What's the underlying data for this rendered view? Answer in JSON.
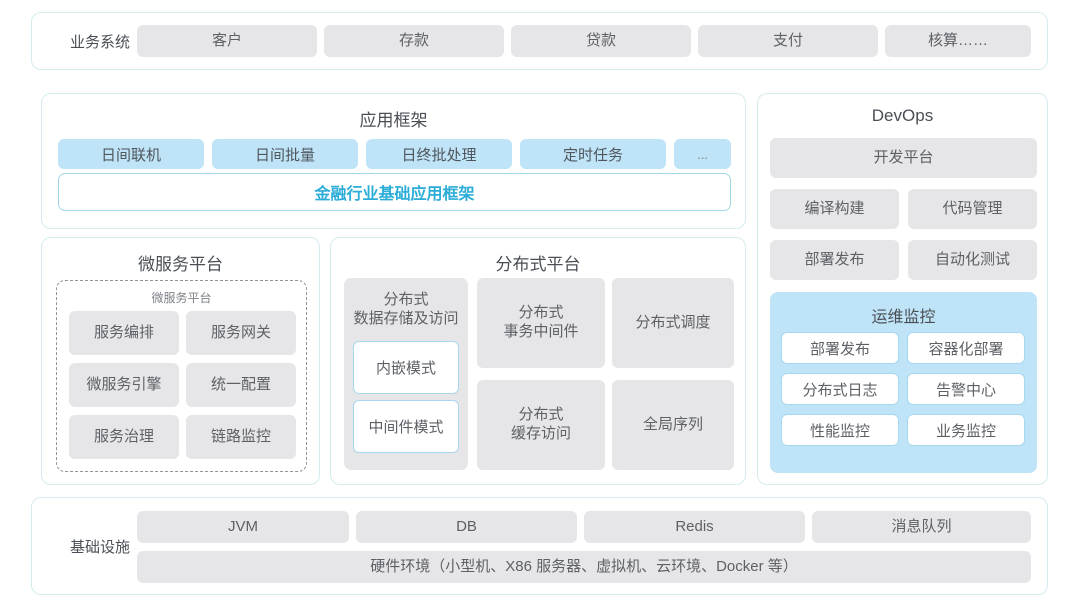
{
  "business": {
    "label": "业务系统",
    "items": [
      "客户",
      "存款",
      "贷款",
      "支付",
      "核算……"
    ]
  },
  "app_framework": {
    "title": "应用框架",
    "chips": [
      "日间联机",
      "日间批量",
      "日终批处理",
      "定时任务",
      "..."
    ],
    "banner": "金融行业基础应用框架",
    "accent": "#2badd8"
  },
  "microservice": {
    "title": "微服务平台",
    "subtitle": "微服务平台",
    "items": [
      "服务编排",
      "服务网关",
      "微服务引擎",
      "统一配置",
      "服务治理",
      "链路监控"
    ]
  },
  "distributed": {
    "title": "分布式平台",
    "storage_card": {
      "title": "分布式\n数据存储及访问",
      "modes": [
        "内嵌模式",
        "中间件模式"
      ]
    },
    "cards": [
      "分布式\n事务中间件",
      "分布式调度",
      "分布式\n缓存访问",
      "全局序列"
    ]
  },
  "devops": {
    "title": "DevOps",
    "platform": "开发平台",
    "items": [
      "编译构建",
      "代码管理",
      "部署发布",
      "自动化测试"
    ],
    "ops": {
      "title": "运维监控",
      "items": [
        "部署发布",
        "容器化部署",
        "分布式日志",
        "告警中心",
        "性能监控",
        "业务监控"
      ]
    }
  },
  "infrastructure": {
    "label": "基础设施",
    "items": [
      "JVM",
      "DB",
      "Redis",
      "消息队列"
    ],
    "hardware": "硬件环境（小型机、X86 服务器、虚拟机、云环境、Docker 等）"
  },
  "colors": {
    "panel_border": "#d5ecee",
    "gray_chip": "#e6e6e8",
    "blue_chip": "#bfe3f7",
    "accent": "#2badd8"
  }
}
